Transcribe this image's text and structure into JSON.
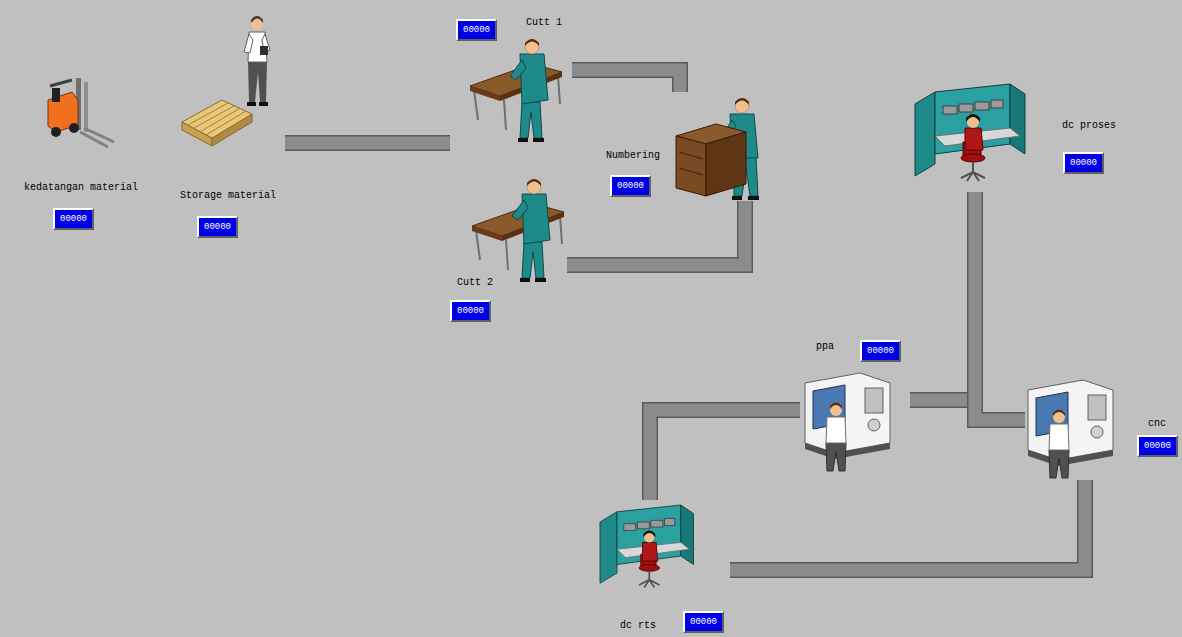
{
  "diagram": {
    "nodes": [
      {
        "text": [
          "kedatangan material",
          "00000"
        ]
      },
      {
        "text": [
          "Storage material",
          "00000"
        ]
      },
      {
        "text": [
          "Cutt 1",
          "00000"
        ]
      },
      {
        "text": [
          "Numbering",
          "00000"
        ]
      },
      {
        "text": [
          "dc proses",
          "00000"
        ]
      },
      {
        "text": [
          "Cutt 2",
          "00000"
        ]
      },
      {
        "text": [
          "ppa",
          "00000"
        ]
      },
      {
        "text": [
          "cnc",
          "00000"
        ]
      },
      {
        "text": [
          "dc rts",
          "00000"
        ]
      }
    ],
    "edges": [
      {
        "from": 1,
        "to": 2,
        "arrow": "none"
      },
      {
        "from": 2,
        "to": 3,
        "arrow": "none"
      },
      {
        "from": 5,
        "to": 3,
        "arrow": "none"
      },
      {
        "from": 4,
        "to": 6,
        "arrow": "none"
      },
      {
        "from": 4,
        "to": 7,
        "arrow": "none"
      },
      {
        "from": 6,
        "to": 8,
        "arrow": "none"
      },
      {
        "from": 7,
        "to": 8,
        "arrow": "none"
      }
    ]
  }
}
